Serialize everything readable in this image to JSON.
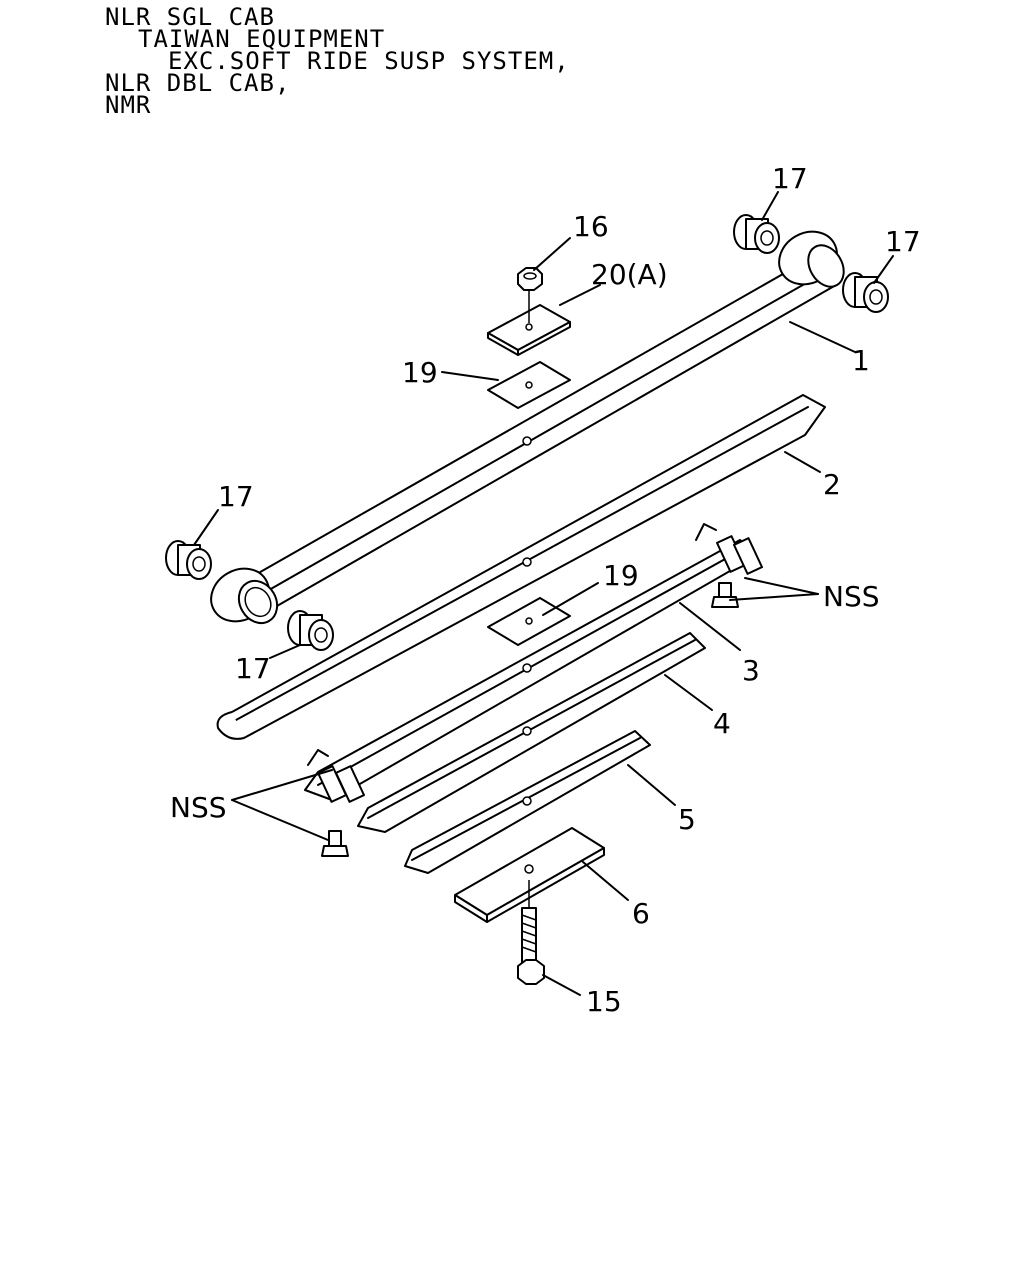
{
  "header": {
    "lines": [
      "NLR SGL CAB",
      "TAIWAN EQUIPMENT",
      "EXC.SOFT RIDE SUSP SYSTEM,",
      "NLR DBL CAB,",
      "NMR"
    ]
  },
  "callouts": {
    "c1": "1",
    "c2": "2",
    "c3": "3",
    "c4": "4",
    "c5": "5",
    "c6": "6",
    "c15": "15",
    "c16": "16",
    "c17a": "17",
    "c17b": "17",
    "c17c": "17",
    "c17d": "17",
    "c19a": "19",
    "c19b": "19",
    "c20": "20(A)",
    "nss_right": "NSS",
    "nss_left": "NSS"
  }
}
